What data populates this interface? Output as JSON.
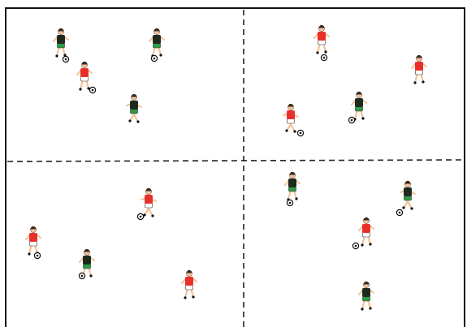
{
  "drill_diagram": {
    "field": {
      "border_color": "#111111",
      "divider_color": "#222222",
      "background": "#ffffff"
    },
    "teams": {
      "red": {
        "shirt": "#e8302b",
        "shorts": "#ffffff",
        "skin": "#f2c29a"
      },
      "dark": {
        "shirt": "#1f2a1f",
        "shorts": "#2f9a44",
        "skin": "#f2c29a"
      }
    },
    "zones": [
      {
        "name": "top-left",
        "red_players": 1,
        "dark_players": 3,
        "balls": 3
      },
      {
        "name": "top-right",
        "red_players": 3,
        "dark_players": 1,
        "balls": 3
      },
      {
        "name": "bottom-left",
        "red_players": 3,
        "dark_players": 1,
        "balls": 3
      },
      {
        "name": "bottom-right",
        "red_players": 1,
        "dark_players": 3,
        "balls": 3
      }
    ],
    "icons": [
      "player-icon",
      "soccer-ball-icon"
    ]
  }
}
